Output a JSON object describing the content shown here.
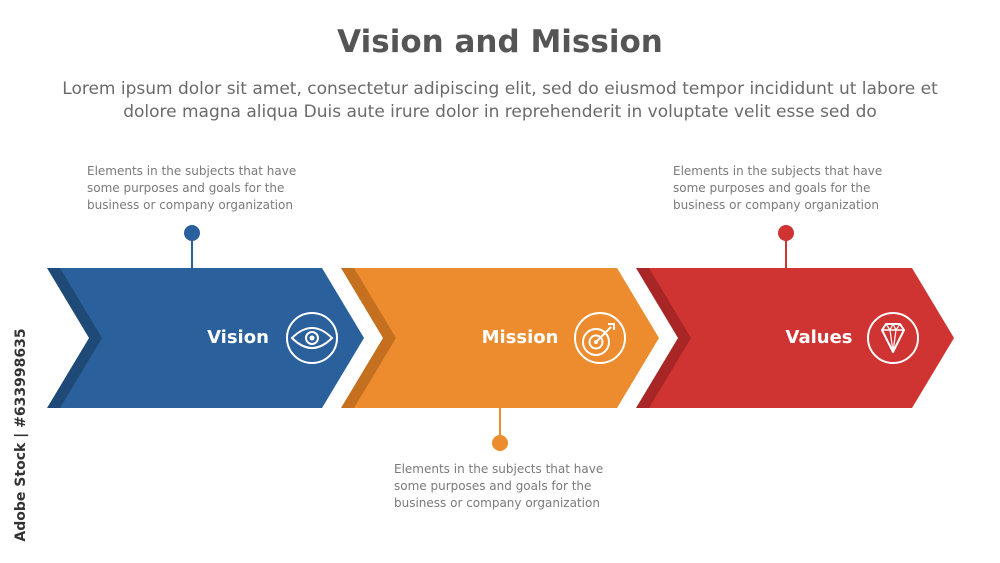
{
  "title": "Vision and Mission",
  "subtitle": "Lorem ipsum dolor sit amet, consectetur adipiscing elit, sed do eiusmod tempor incididunt ut labore et dolore magna aliqua Duis aute irure dolor in reprehenderit in voluptate velit esse sed do",
  "steps": [
    {
      "label": "Vision",
      "icon": "eye-icon",
      "color": "#2a609b",
      "shade": "#1f4a78",
      "description": "Elements in the subjects that have some purposes and goals for the business or company organization"
    },
    {
      "label": "Mission",
      "icon": "target-icon",
      "color": "#ec8c2f",
      "shade": "#c4701f",
      "description": "Elements in the subjects that have some purposes and goals for the business or company organization"
    },
    {
      "label": "Values",
      "icon": "diamond-icon",
      "color": "#cf3332",
      "shade": "#a82626",
      "description": "Elements in the subjects that have some purposes and goals for the business or company organization"
    }
  ],
  "watermark": "Adobe Stock | #633998635"
}
